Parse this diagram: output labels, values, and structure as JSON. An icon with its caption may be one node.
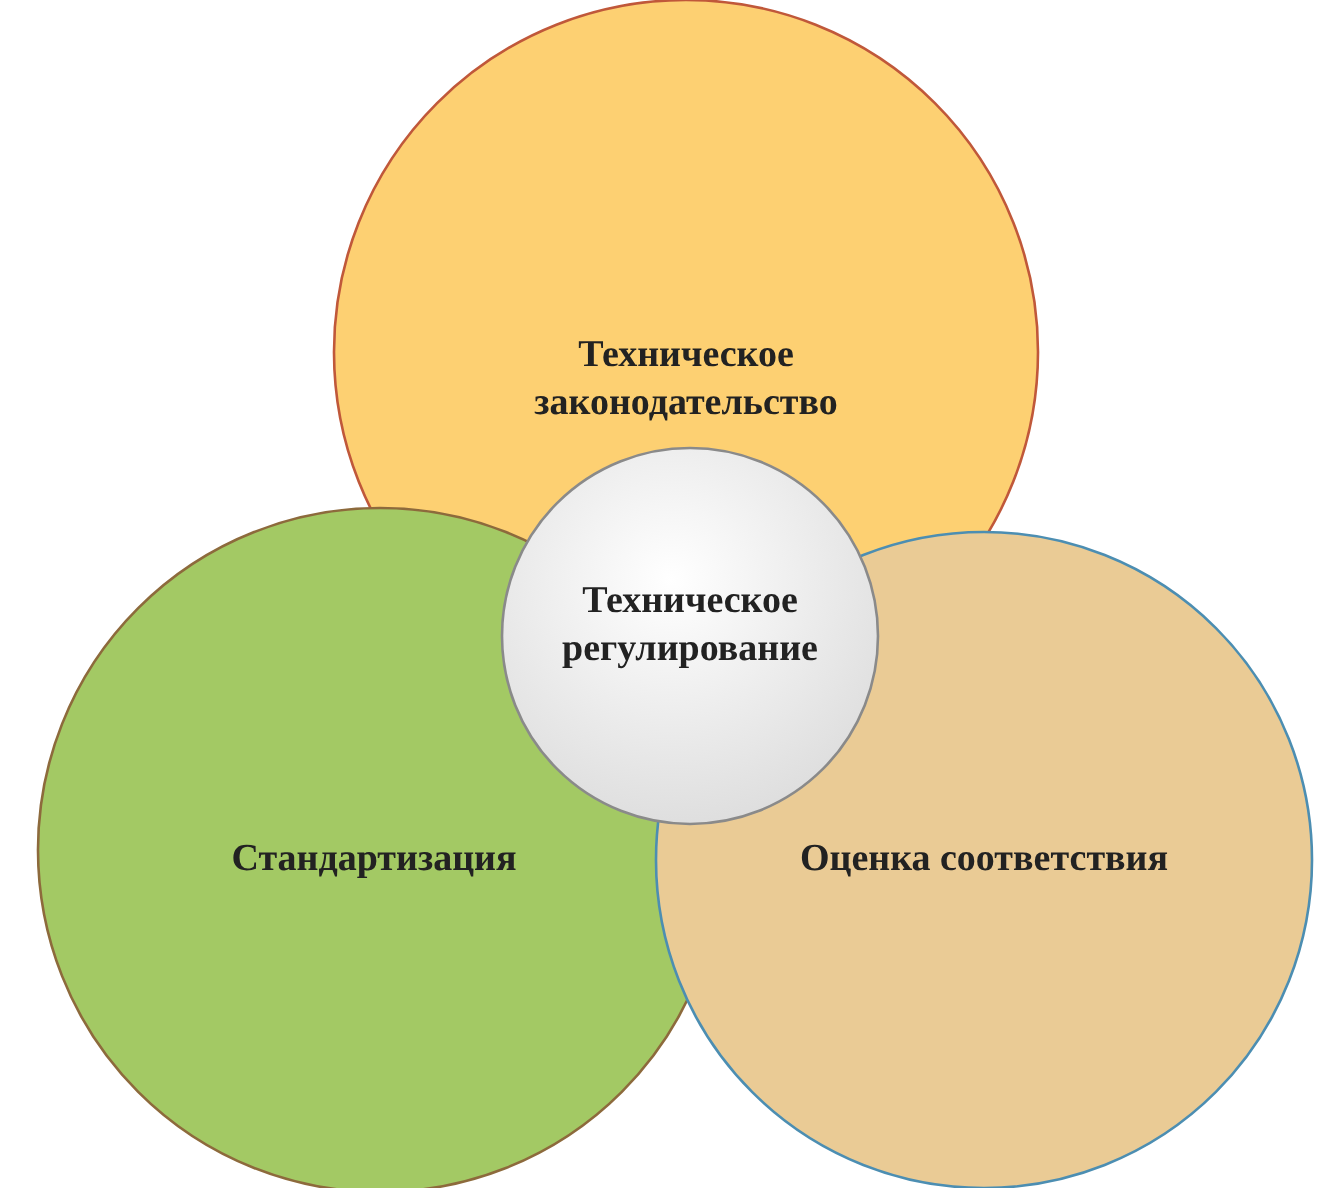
{
  "diagram": {
    "nodes": [
      {
        "text": [
          "Техническое законодательство"
        ]
      },
      {
        "text": [
          "Техническое регулирование"
        ]
      },
      {
        "text": [
          "Стандартизация"
        ]
      },
      {
        "text": [
          "Оценка соответствия"
        ]
      }
    ]
  }
}
